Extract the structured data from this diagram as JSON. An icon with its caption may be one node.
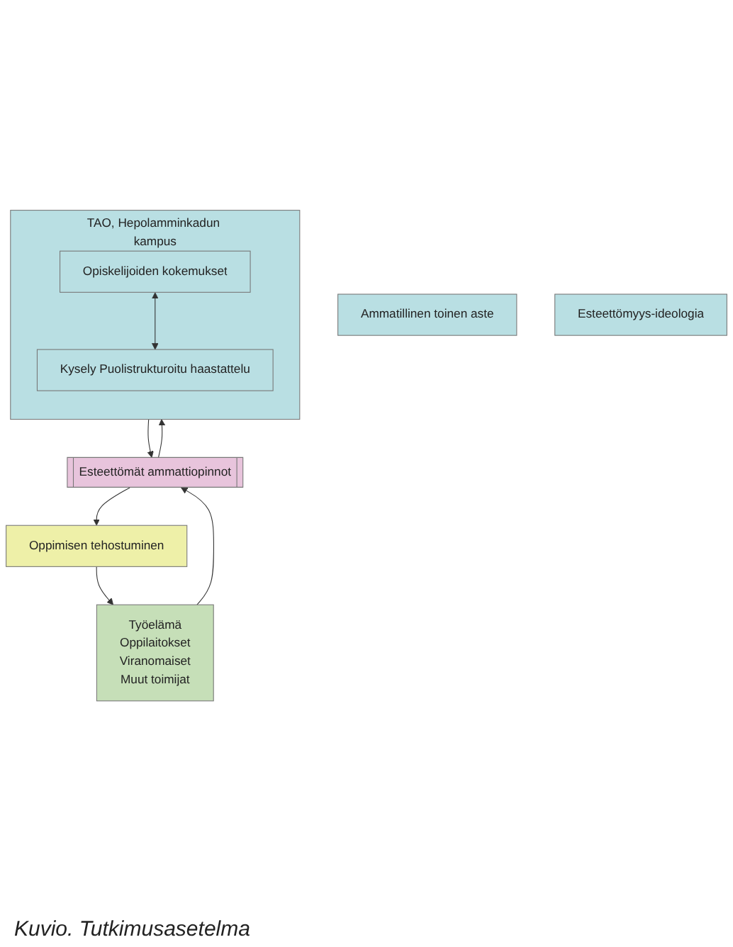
{
  "diagram": {
    "caption": "Kuvio. Tutkimusasetelma",
    "nodes": [
      {
        "text": [
          "Työelämä",
          "Oppilaitokset",
          "Viranomaiset",
          "Muut toimijat"
        ]
      },
      {
        "text": [
          "Ammatillinen toinen aste"
        ]
      },
      {
        "text": [
          "Esteettömyys-ideologia"
        ]
      },
      {
        "text": [
          "Oppimisen tehostuminen"
        ]
      },
      {
        "text": [
          "Esteettömät ammattiopinnot"
        ]
      },
      {
        "text": [
          "TAO, Hepolamminkadun kampus"
        ]
      },
      {
        "text": [
          "Opiskelijoiden kokemukset"
        ],
        "in": 5
      },
      {
        "text": [
          "Kysely Puolistrukturoitu haastattelu"
        ],
        "in": 5
      }
    ],
    "edges": [
      {
        "from": 3,
        "to": 0,
        "arrow": "to"
      },
      {
        "from": 4,
        "to": 3,
        "arrow": "to"
      },
      {
        "from": 0,
        "to": 4,
        "arrow": "to"
      },
      {
        "from": 4,
        "to": 5,
        "arrow": "to"
      },
      {
        "from": 5,
        "to": 4,
        "arrow": "to"
      },
      {
        "from": 6,
        "to": 7,
        "arrow": "both"
      }
    ]
  }
}
